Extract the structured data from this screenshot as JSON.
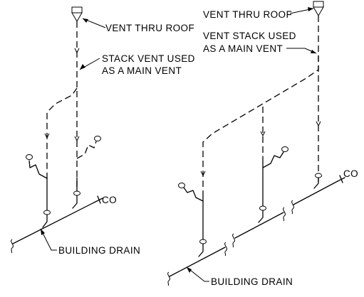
{
  "left_view": {
    "label_vent_thru_roof": "VENT THRU ROOF",
    "label_stack_vent_line1": "STACK VENT USED",
    "label_stack_vent_line2": "AS A MAIN VENT",
    "label_cleanout": "CO",
    "label_building_drain": "BUILDING DRAIN"
  },
  "right_view": {
    "label_vent_thru_roof": "VENT THRU ROOF",
    "label_vent_stack_line1": "VENT STACK USED",
    "label_vent_stack_line2": "AS A MAIN VENT",
    "label_cleanout": "CO",
    "label_building_drain": "BUILDING DRAIN"
  },
  "colors": {
    "line": "#000000",
    "background": "#ffffff"
  }
}
